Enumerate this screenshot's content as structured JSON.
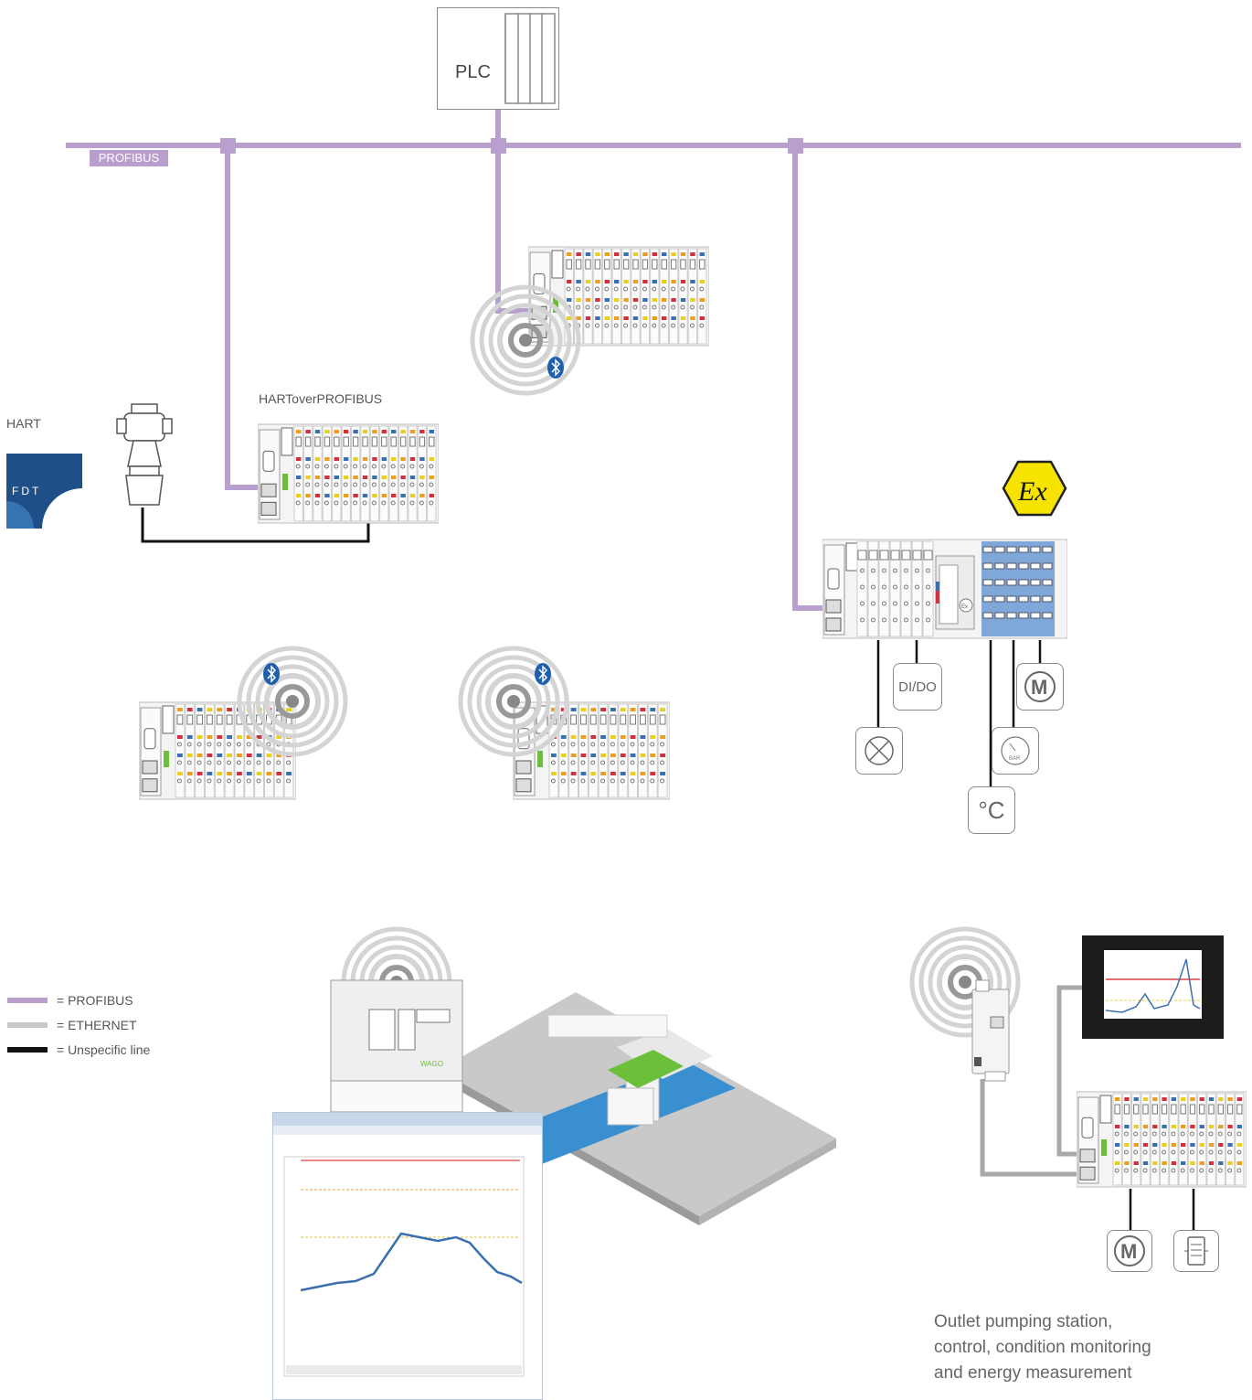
{
  "plc": {
    "label": "PLC"
  },
  "bus": {
    "label": "PROFIBUS"
  },
  "labels": {
    "hart": "HART",
    "hart_over_profibus": "HARTover​PROFIBUS",
    "fdt_logo": "FDT",
    "dido": "DI/DO",
    "celsius": "°C",
    "bar": "BAR",
    "motor": "M",
    "ex": "Ex",
    "brand": "WAGO"
  },
  "legend": [
    {
      "label": "= PROFIBUS",
      "color": "#b89fcd"
    },
    {
      "label": "= ETHERNET",
      "color": "#c8c8c8"
    },
    {
      "label": "= Unspecific line",
      "color": "#111111"
    }
  ],
  "caption": {
    "line1": "Outlet pumping station,",
    "line2": "control, condition monitoring",
    "line3": "and energy measurement"
  },
  "colors": {
    "profibus": "#b89fcd",
    "ethernet": "#c8c8c8",
    "unspecific": "#111111",
    "ex_yellow": "#f6e400",
    "water": "#3a8fd0",
    "roof_green": "#6cbf3a",
    "wago_green": "#6cbf3a"
  },
  "icons": [
    "bluetooth-icon",
    "wireless-signal-icon",
    "lamp-icon",
    "motor-icon",
    "pressure-gauge-icon",
    "temperature-icon",
    "ex-protection-icon",
    "valve-icon"
  ]
}
